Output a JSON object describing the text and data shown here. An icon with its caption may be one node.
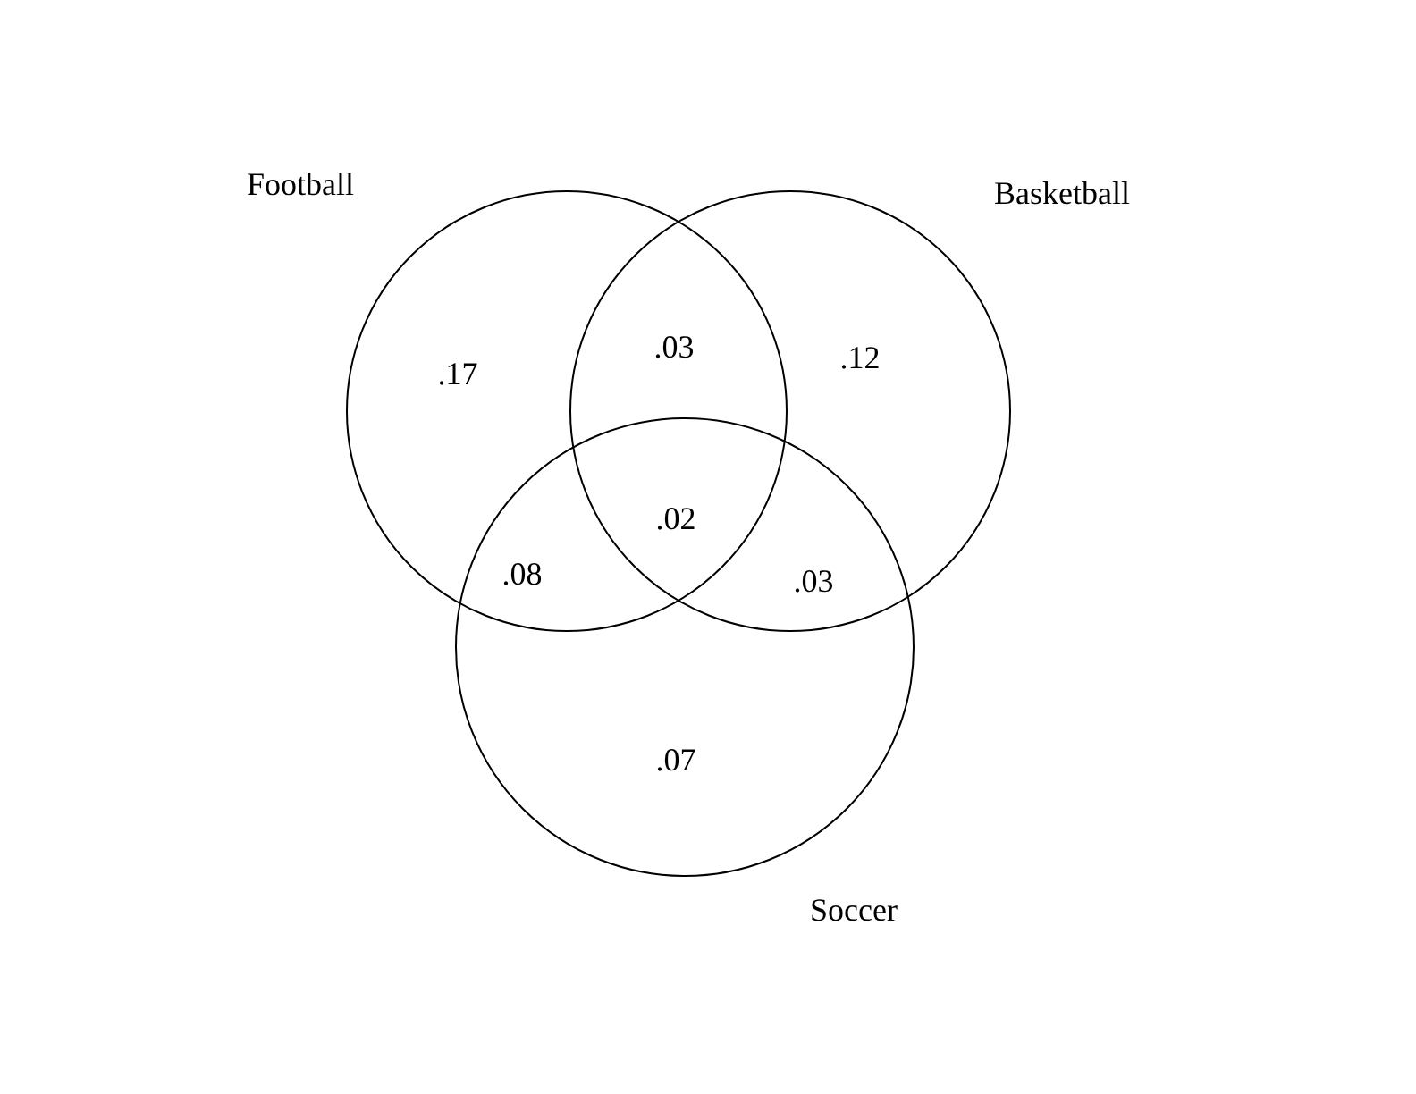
{
  "diagram": {
    "nodes": [
      {
        "text": [
          "Football"
        ]
      },
      {
        "text": [
          "Basketball"
        ]
      },
      {
        "text": [
          "Soccer"
        ]
      }
    ],
    "labels": [
      ".17",
      ".03",
      ".12",
      ".02",
      ".08",
      ".03",
      ".07"
    ]
  }
}
